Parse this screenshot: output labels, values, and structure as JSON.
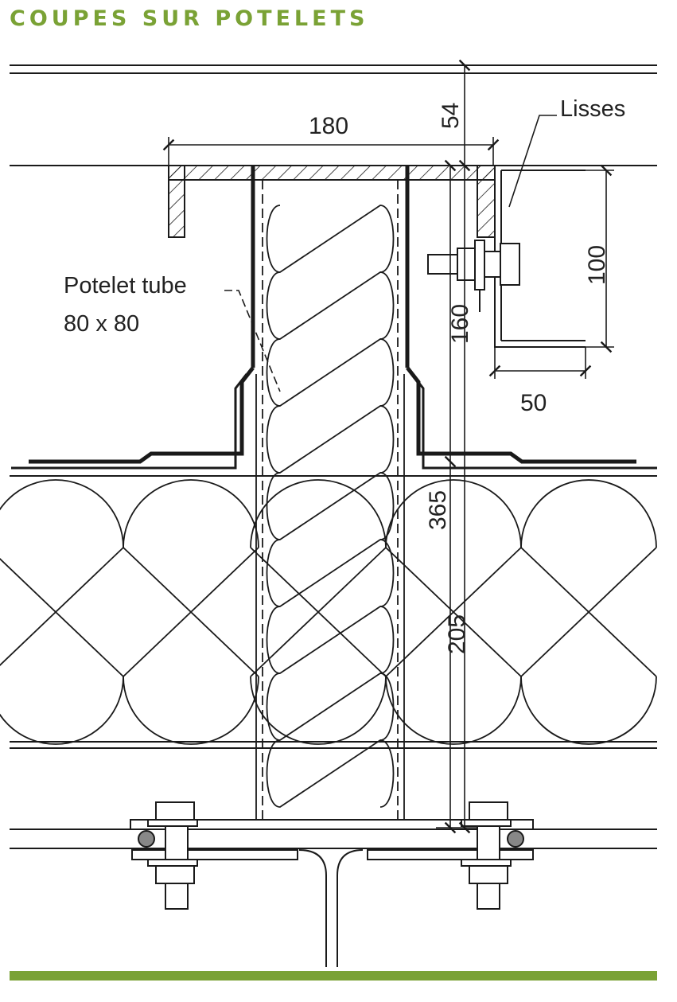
{
  "title": "COUPES SUR POTELETS",
  "colors": {
    "accent": "#7aa235",
    "ink": "#1a1a1a"
  },
  "labels": {
    "potelet_line1": "Potelet tube",
    "potelet_line2": "80 x 80",
    "lisses": "Lisses"
  },
  "dimensions": {
    "d180": "180",
    "d54": "54",
    "d100": "100",
    "d160": "160",
    "d50": "50",
    "d365": "365",
    "d205": "205"
  }
}
